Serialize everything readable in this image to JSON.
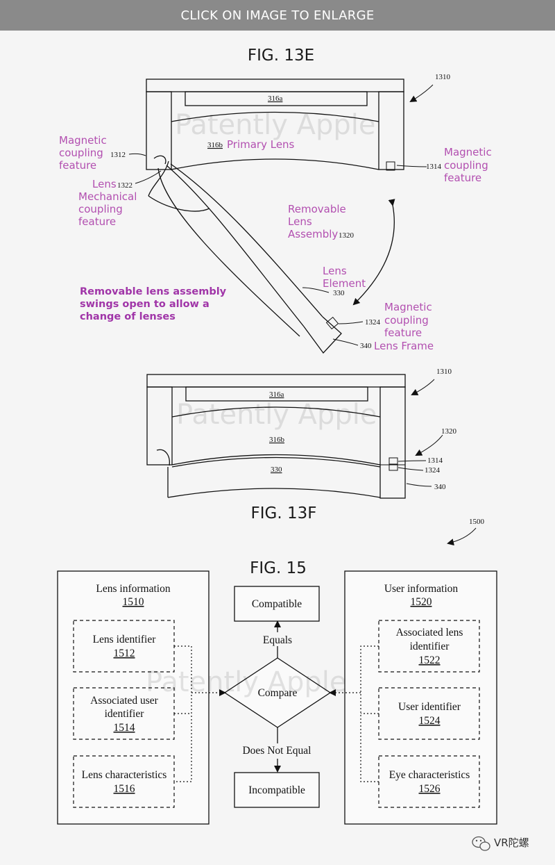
{
  "header": {
    "enlarge_label": "CLICK ON IMAGE TO ENLARGE"
  },
  "colors": {
    "accent": "#b24fb0",
    "header_bg": "#8a8a8a",
    "line": "#111111"
  },
  "watermark": "Patently Apple",
  "badge": {
    "icon": "wechat-icon",
    "label": "VR陀螺"
  },
  "fig13e": {
    "title": "FIG. 13E",
    "refs": {
      "device": "1310",
      "lens_316a": "316a",
      "lens_316b": "316b",
      "r1312": "1312",
      "r1314": "1314",
      "r1322": "1322",
      "r1320": "1320",
      "r330": "330",
      "r1324": "1324",
      "r340": "340"
    },
    "callouts": {
      "primary_lens": "Primary Lens",
      "magnetic_left": [
        "Magnetic",
        "coupling",
        "feature"
      ],
      "magnetic_right": [
        "Magnetic",
        "coupling",
        "feature"
      ],
      "lens": "Lens",
      "mechanical": [
        "Mechanical",
        "coupling",
        "feature"
      ],
      "removable": [
        "Removable",
        "Lens",
        "Assembly"
      ],
      "lens_element": [
        "Lens",
        "Element"
      ],
      "magnetic_frame": [
        "Magnetic",
        "coupling",
        "feature"
      ],
      "lens_frame": "Lens Frame",
      "swing_note": [
        "Removable lens assembly",
        "swings open to allow a",
        "change of lenses"
      ]
    }
  },
  "fig13f": {
    "title": "FIG. 13F",
    "refs": {
      "device": "1310",
      "lens_316a": "316a",
      "lens_316b": "316b",
      "r330": "330",
      "r1320": "1320",
      "r1314": "1314",
      "r1324": "1324",
      "r340": "340"
    }
  },
  "fig15": {
    "title": "FIG. 15",
    "ref": "1500",
    "lens_info": {
      "title": "Lens information",
      "num": "1510",
      "items": [
        {
          "lines": [
            "Lens identifier"
          ],
          "num": "1512"
        },
        {
          "lines": [
            "Associated user",
            "identifier"
          ],
          "num": "1514"
        },
        {
          "lines": [
            "Lens characteristics"
          ],
          "num": "1516"
        }
      ]
    },
    "user_info": {
      "title": "User information",
      "num": "1520",
      "items": [
        {
          "lines": [
            "Associated lens",
            "identifier"
          ],
          "num": "1522"
        },
        {
          "lines": [
            "User identifier"
          ],
          "num": "1524"
        },
        {
          "lines": [
            "Eye characteristics"
          ],
          "num": "1526"
        }
      ]
    },
    "compatible": "Compatible",
    "incompatible": "Incompatible",
    "compare": "Compare",
    "equals": "Equals",
    "not_equal": "Does Not Equal"
  }
}
